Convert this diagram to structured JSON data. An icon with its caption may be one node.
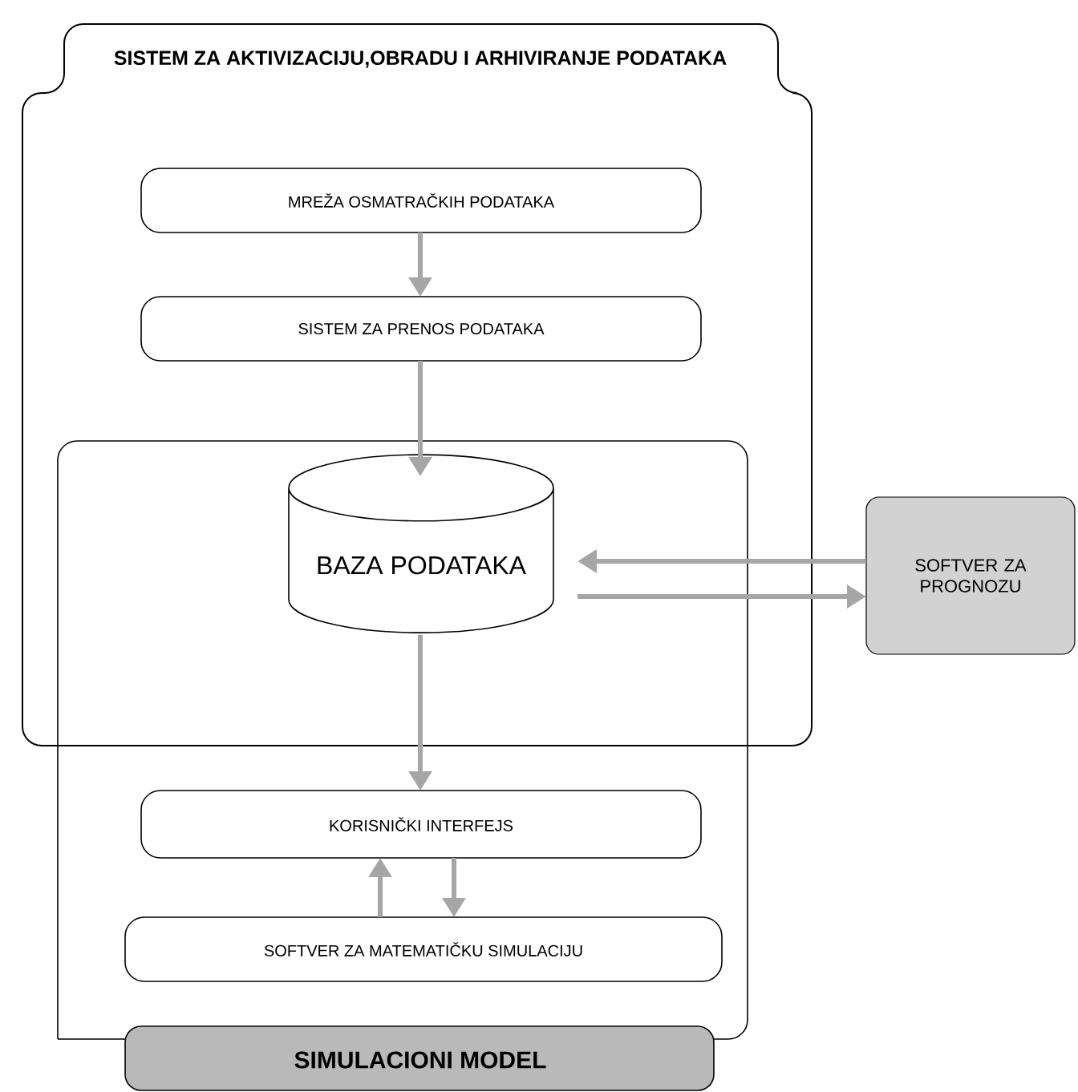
{
  "diagram": {
    "nodes": [
      {
        "text": [
          "SISTEM ZA AKTIVIZACIJU,OBRADU I ARHIVIRANJE PODATAKA"
        ]
      },
      {
        "text": [
          "MREŽA OSMATRAČKIH PODATAKA"
        ],
        "in": 0
      },
      {
        "text": [
          "SISTEM ZA PRENOS PODATAKA"
        ],
        "in": 0
      },
      {
        "text": [
          "SIMULACIONI MODEL"
        ]
      },
      {
        "text": [
          "BAZA PODATAKA"
        ]
      },
      {
        "text": [
          "SOFTVER ZA PROGNOZU"
        ]
      },
      {
        "text": [
          "KORISNIČKI INTERFEJS"
        ],
        "in": 3
      },
      {
        "text": [
          "SOFTVER ZA MATEMATIČKU SIMULACIJU"
        ],
        "in": 3
      }
    ],
    "edges": [
      {
        "from": 1,
        "to": 2,
        "arrow": "to"
      },
      {
        "from": 2,
        "to": 4,
        "arrow": "to"
      },
      {
        "from": 5,
        "to": 4,
        "arrow": "to"
      },
      {
        "from": 4,
        "to": 5,
        "arrow": "to"
      },
      {
        "from": 4,
        "to": 6,
        "arrow": "to"
      },
      {
        "from": 7,
        "to": 6,
        "arrow": "to"
      },
      {
        "from": 6,
        "to": 7,
        "arrow": "to"
      }
    ]
  }
}
